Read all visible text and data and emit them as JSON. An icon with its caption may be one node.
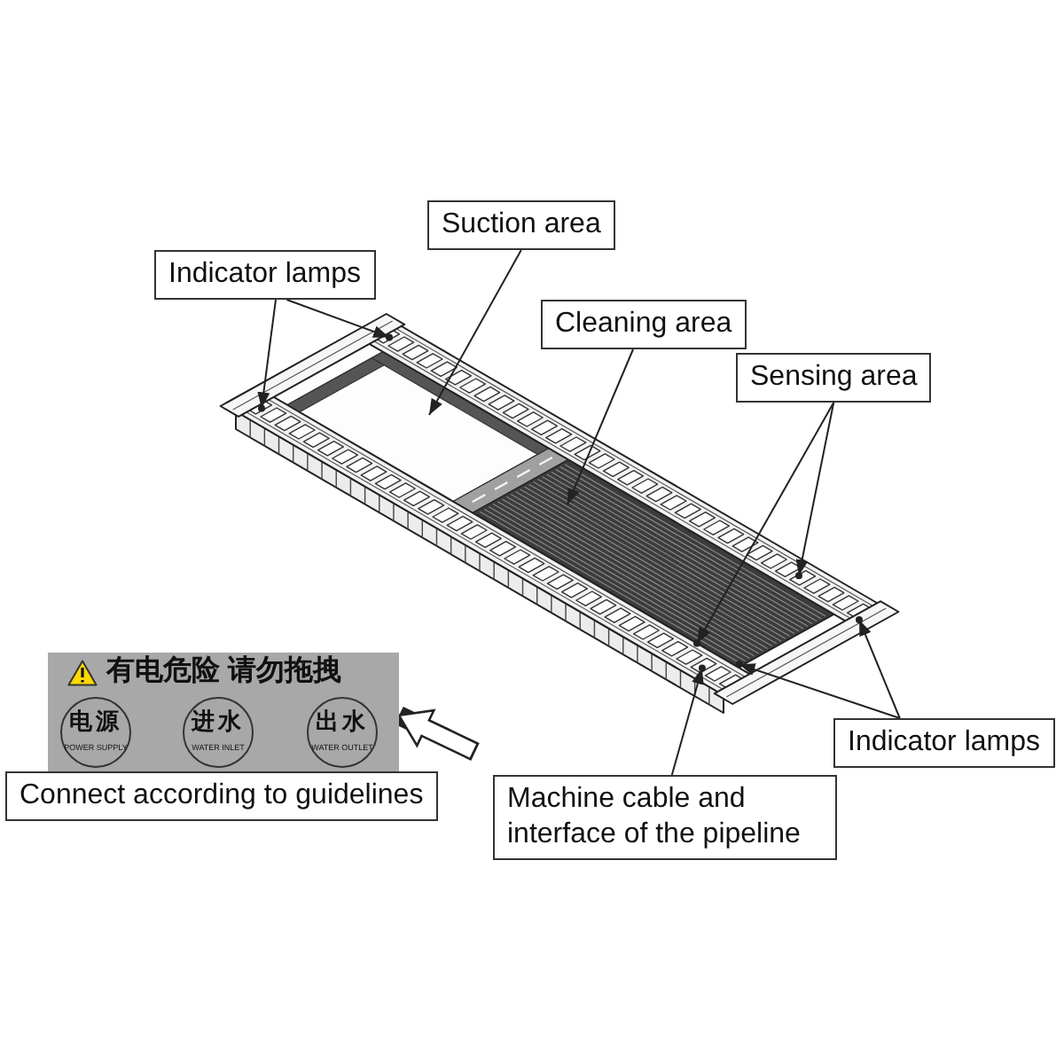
{
  "diagram": {
    "nodes": [
      {
        "text": [
          "Suction area"
        ]
      },
      {
        "text": [
          "Indicator lamps"
        ]
      },
      {
        "text": [
          "Cleaning area"
        ]
      },
      {
        "text": [
          "Sensing area"
        ]
      },
      {
        "text": [
          "有电危险 请勿拖拽"
        ]
      },
      {
        "text": [
          "电源",
          "POWER SUPPLY"
        ],
        "in": 4
      },
      {
        "text": [
          "进水",
          "WATER INLET"
        ],
        "in": 4
      },
      {
        "text": [
          "出水",
          "WATER OUTLET"
        ],
        "in": 4
      },
      {
        "text": [
          "Indicator lamps"
        ]
      },
      {
        "text": [
          "Connect according to guidelines"
        ]
      },
      {
        "text": [
          "Machine cable and interface of the pipeline"
        ]
      }
    ],
    "edges": [
      {
        "from": 0,
        "to": null,
        "arrow": "to"
      },
      {
        "from": 1,
        "to": null,
        "arrow": "to"
      },
      {
        "from": 1,
        "to": null,
        "arrow": "to"
      },
      {
        "from": 2,
        "to": null,
        "arrow": "to"
      },
      {
        "from": 3,
        "to": null,
        "arrow": "to"
      },
      {
        "from": 3,
        "to": null,
        "arrow": "to"
      },
      {
        "from": 8,
        "to": null,
        "arrow": "to"
      },
      {
        "from": 8,
        "to": null,
        "arrow": "to"
      },
      {
        "from": 10,
        "to": null,
        "arrow": "to"
      },
      {
        "from": null,
        "to": 4,
        "arrow": "to",
        "style": "thick"
      }
    ]
  }
}
